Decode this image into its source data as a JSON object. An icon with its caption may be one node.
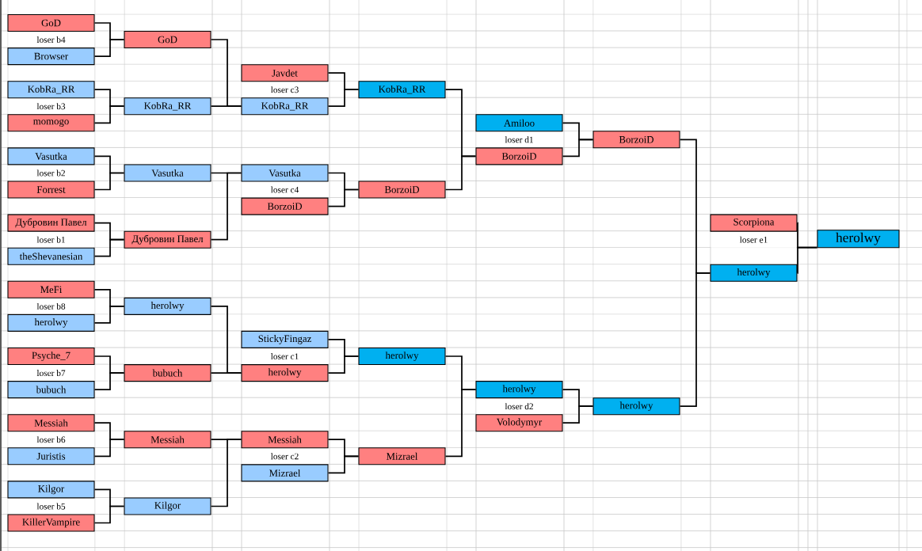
{
  "diagram": {
    "nodes": [
      {
        "text": [
          "GoD"
        ]
      },
      {
        "text": [
          "Browser"
        ]
      },
      {
        "text": [
          "KobRa_RR"
        ]
      },
      {
        "text": [
          "momogo"
        ]
      },
      {
        "text": [
          "Vasutka"
        ]
      },
      {
        "text": [
          "Forrest"
        ]
      },
      {
        "text": [
          "Дубровин Павел"
        ]
      },
      {
        "text": [
          "theShevanesian"
        ]
      },
      {
        "text": [
          "MeFi"
        ]
      },
      {
        "text": [
          "herolwy"
        ]
      },
      {
        "text": [
          "Psyche_7"
        ]
      },
      {
        "text": [
          "bubuch"
        ]
      },
      {
        "text": [
          "Messiah"
        ]
      },
      {
        "text": [
          "Juristis"
        ]
      },
      {
        "text": [
          "Kilgor"
        ]
      },
      {
        "text": [
          "KillerVampire"
        ]
      },
      {
        "text": [
          "GoD"
        ]
      },
      {
        "text": [
          "KobRa_RR"
        ]
      },
      {
        "text": [
          "Vasutka"
        ]
      },
      {
        "text": [
          "Дубровин Павел"
        ]
      },
      {
        "text": [
          "herolwy"
        ]
      },
      {
        "text": [
          "bubuch"
        ]
      },
      {
        "text": [
          "Messiah"
        ]
      },
      {
        "text": [
          "Kilgor"
        ]
      },
      {
        "text": [
          "Javdet"
        ]
      },
      {
        "text": [
          "KobRa_RR"
        ]
      },
      {
        "text": [
          "Vasutka"
        ]
      },
      {
        "text": [
          "BorzoiD"
        ]
      },
      {
        "text": [
          "StickyFingaz"
        ]
      },
      {
        "text": [
          "herolwy"
        ]
      },
      {
        "text": [
          "Messiah"
        ]
      },
      {
        "text": [
          "Mizrael"
        ]
      },
      {
        "text": [
          "KobRa_RR"
        ]
      },
      {
        "text": [
          "BorzoiD"
        ]
      },
      {
        "text": [
          "herolwy"
        ]
      },
      {
        "text": [
          "Mizrael"
        ]
      },
      {
        "text": [
          "Amiloo"
        ]
      },
      {
        "text": [
          "BorzoiD"
        ]
      },
      {
        "text": [
          "herolwy"
        ]
      },
      {
        "text": [
          "Volodymyr"
        ]
      },
      {
        "text": [
          "BorzoiD"
        ]
      },
      {
        "text": [
          "herolwy"
        ]
      },
      {
        "text": [
          "Scorpiona"
        ]
      },
      {
        "text": [
          "herolwy"
        ]
      },
      {
        "text": [
          "herolwy"
        ]
      }
    ],
    "edges": [
      {
        "from": 0,
        "to": 16,
        "arrow": "none"
      },
      {
        "from": 1,
        "to": 16,
        "arrow": "none"
      },
      {
        "from": 2,
        "to": 17,
        "arrow": "none"
      },
      {
        "from": 3,
        "to": 17,
        "arrow": "none"
      },
      {
        "from": 4,
        "to": 18,
        "arrow": "none"
      },
      {
        "from": 5,
        "to": 18,
        "arrow": "none"
      },
      {
        "from": 6,
        "to": 19,
        "arrow": "none"
      },
      {
        "from": 7,
        "to": 19,
        "arrow": "none"
      },
      {
        "from": 8,
        "to": 20,
        "arrow": "none"
      },
      {
        "from": 9,
        "to": 20,
        "arrow": "none"
      },
      {
        "from": 10,
        "to": 21,
        "arrow": "none"
      },
      {
        "from": 11,
        "to": 21,
        "arrow": "none"
      },
      {
        "from": 12,
        "to": 22,
        "arrow": "none"
      },
      {
        "from": 13,
        "to": 22,
        "arrow": "none"
      },
      {
        "from": 14,
        "to": 23,
        "arrow": "none"
      },
      {
        "from": 15,
        "to": 23,
        "arrow": "none"
      },
      {
        "from": 16,
        "to": 25,
        "arrow": "none"
      },
      {
        "from": 17,
        "to": 25,
        "arrow": "none"
      },
      {
        "from": 18,
        "to": 26,
        "arrow": "none"
      },
      {
        "from": 19,
        "to": 26,
        "arrow": "none"
      },
      {
        "from": 20,
        "to": 29,
        "arrow": "none"
      },
      {
        "from": 21,
        "to": 29,
        "arrow": "none"
      },
      {
        "from": 22,
        "to": 30,
        "arrow": "none"
      },
      {
        "from": 23,
        "to": 30,
        "arrow": "none"
      },
      {
        "from": 24,
        "to": 32,
        "arrow": "none"
      },
      {
        "from": 25,
        "to": 32,
        "arrow": "none"
      },
      {
        "from": 26,
        "to": 33,
        "arrow": "none"
      },
      {
        "from": 27,
        "to": 33,
        "arrow": "none"
      },
      {
        "from": 28,
        "to": 34,
        "arrow": "none"
      },
      {
        "from": 29,
        "to": 34,
        "arrow": "none"
      },
      {
        "from": 30,
        "to": 35,
        "arrow": "none"
      },
      {
        "from": 31,
        "to": 35,
        "arrow": "none"
      },
      {
        "from": 32,
        "to": 37,
        "arrow": "none"
      },
      {
        "from": 33,
        "to": 37,
        "arrow": "none"
      },
      {
        "from": 34,
        "to": 38,
        "arrow": "none"
      },
      {
        "from": 35,
        "to": 38,
        "arrow": "none"
      },
      {
        "from": 36,
        "to": 40,
        "arrow": "none"
      },
      {
        "from": 37,
        "to": 40,
        "arrow": "none"
      },
      {
        "from": 38,
        "to": 41,
        "arrow": "none"
      },
      {
        "from": 39,
        "to": 41,
        "arrow": "none"
      },
      {
        "from": 40,
        "to": 43,
        "arrow": "none"
      },
      {
        "from": 41,
        "to": 43,
        "arrow": "none"
      },
      {
        "from": 42,
        "to": 44,
        "arrow": "none"
      },
      {
        "from": 43,
        "to": 44,
        "arrow": "none"
      }
    ],
    "labels": [
      "loser b4",
      "loser b3",
      "loser b2",
      "loser b1",
      "loser b8",
      "loser b7",
      "loser b6",
      "loser b5",
      "loser c3",
      "loser c4",
      "loser c1",
      "loser c2",
      "loser d1",
      "loser d2",
      "loser e1"
    ]
  }
}
